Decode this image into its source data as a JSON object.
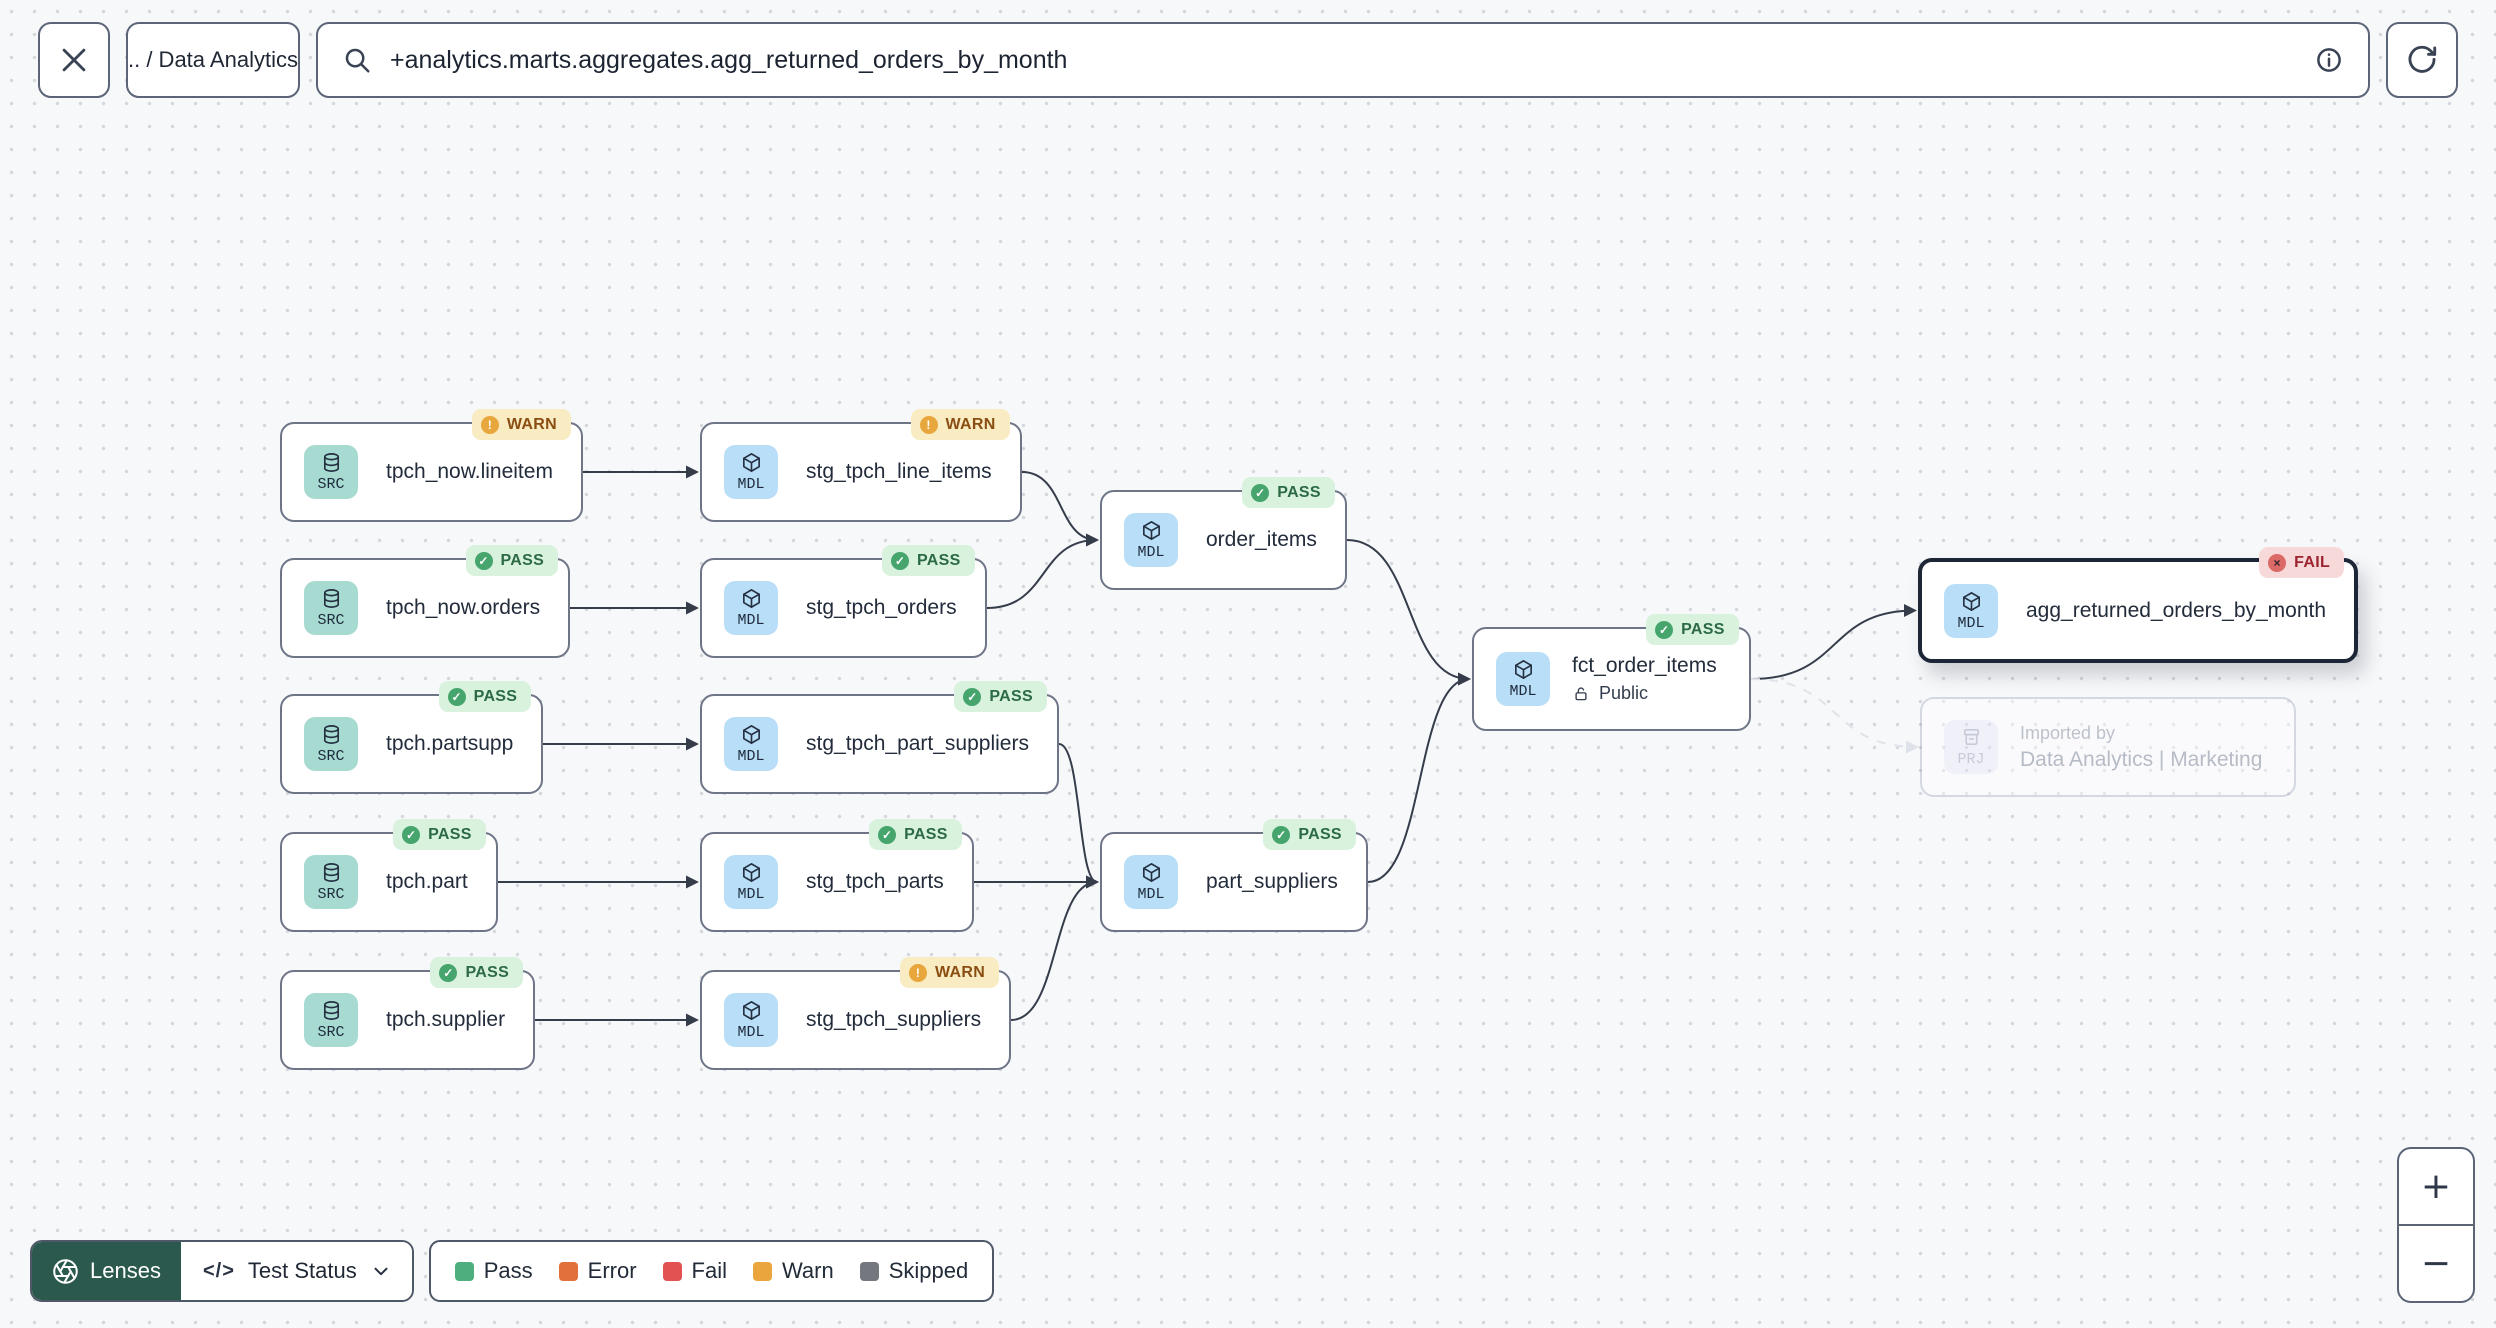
{
  "toolbar": {
    "close_label": "close",
    "breadcrumb": ".. / Data Analytics",
    "search_value": "+analytics.marts.aggregates.agg_returned_orders_by_month"
  },
  "graph": {
    "nodes": [
      {
        "id": "tpch_now_lineitem",
        "label": "tpch_now.lineitem",
        "kind": "SRC",
        "status": "WARN"
      },
      {
        "id": "tpch_now_orders",
        "label": "tpch_now.orders",
        "kind": "SRC",
        "status": "PASS"
      },
      {
        "id": "tpch_partsupp",
        "label": "tpch.partsupp",
        "kind": "SRC",
        "status": "PASS"
      },
      {
        "id": "tpch_part",
        "label": "tpch.part",
        "kind": "SRC",
        "status": "PASS"
      },
      {
        "id": "tpch_supplier",
        "label": "tpch.supplier",
        "kind": "SRC",
        "status": "PASS"
      },
      {
        "id": "stg_tpch_line_items",
        "label": "stg_tpch_line_items",
        "kind": "MDL",
        "status": "WARN"
      },
      {
        "id": "stg_tpch_orders",
        "label": "stg_tpch_orders",
        "kind": "MDL",
        "status": "PASS"
      },
      {
        "id": "stg_tpch_part_suppliers",
        "label": "stg_tpch_part_suppliers",
        "kind": "MDL",
        "status": "PASS"
      },
      {
        "id": "stg_tpch_parts",
        "label": "stg_tpch_parts",
        "kind": "MDL",
        "status": "PASS"
      },
      {
        "id": "stg_tpch_suppliers",
        "label": "stg_tpch_suppliers",
        "kind": "MDL",
        "status": "WARN"
      },
      {
        "id": "order_items",
        "label": "order_items",
        "kind": "MDL",
        "status": "PASS"
      },
      {
        "id": "part_suppliers",
        "label": "part_suppliers",
        "kind": "MDL",
        "status": "PASS"
      },
      {
        "id": "fct_order_items",
        "label": "fct_order_items",
        "kind": "MDL",
        "status": "PASS",
        "access": "Public"
      },
      {
        "id": "agg_returned_orders_by_month",
        "label": "agg_returned_orders_by_month",
        "kind": "MDL",
        "status": "FAIL",
        "selected": true
      },
      {
        "id": "imported_project",
        "label": "Data Analytics | Marketing",
        "title": "Imported by",
        "kind": "PRJ",
        "faded": true
      }
    ],
    "edges": [
      {
        "from": "tpch_now_lineitem",
        "to": "stg_tpch_line_items",
        "style": "solid"
      },
      {
        "from": "tpch_now_orders",
        "to": "stg_tpch_orders",
        "style": "solid"
      },
      {
        "from": "tpch_partsupp",
        "to": "stg_tpch_part_suppliers",
        "style": "solid"
      },
      {
        "from": "tpch_part",
        "to": "stg_tpch_parts",
        "style": "solid"
      },
      {
        "from": "tpch_supplier",
        "to": "stg_tpch_suppliers",
        "style": "solid"
      },
      {
        "from": "stg_tpch_line_items",
        "to": "order_items",
        "style": "solid"
      },
      {
        "from": "stg_tpch_orders",
        "to": "order_items",
        "style": "solid"
      },
      {
        "from": "stg_tpch_part_suppliers",
        "to": "part_suppliers",
        "style": "solid"
      },
      {
        "from": "stg_tpch_parts",
        "to": "part_suppliers",
        "style": "solid"
      },
      {
        "from": "stg_tpch_suppliers",
        "to": "part_suppliers",
        "style": "solid"
      },
      {
        "from": "order_items",
        "to": "fct_order_items",
        "style": "solid"
      },
      {
        "from": "part_suppliers",
        "to": "fct_order_items",
        "style": "solid"
      },
      {
        "from": "fct_order_items",
        "to": "agg_returned_orders_by_month",
        "style": "solid"
      },
      {
        "from": "fct_order_items",
        "to": "imported_project",
        "style": "dashed"
      }
    ],
    "status_glyphs": {
      "PASS": "✓",
      "WARN": "!",
      "FAIL": "×"
    }
  },
  "footer": {
    "lenses_label": "Lenses",
    "code_icon": "</>",
    "lens_selected": "Test Status",
    "legend": [
      {
        "label": "Pass",
        "color": "#4fae7d"
      },
      {
        "label": "Error",
        "color": "#e2703d"
      },
      {
        "label": "Fail",
        "color": "#e25252"
      },
      {
        "label": "Warn",
        "color": "#eaa63c"
      },
      {
        "label": "Skipped",
        "color": "#74787e"
      }
    ]
  },
  "zoom_controls": {
    "zoom_in": "+",
    "zoom_out": "−"
  },
  "colors": {
    "edge": "#353c4a",
    "edge_faint": "#e0e3e9",
    "selected_border": "#1d2636",
    "src_tile": "#a7dbd2",
    "mdl_tile": "#b9def7",
    "prj_tile": "#e6e6f7",
    "lenses_bg": "#2c594d"
  }
}
